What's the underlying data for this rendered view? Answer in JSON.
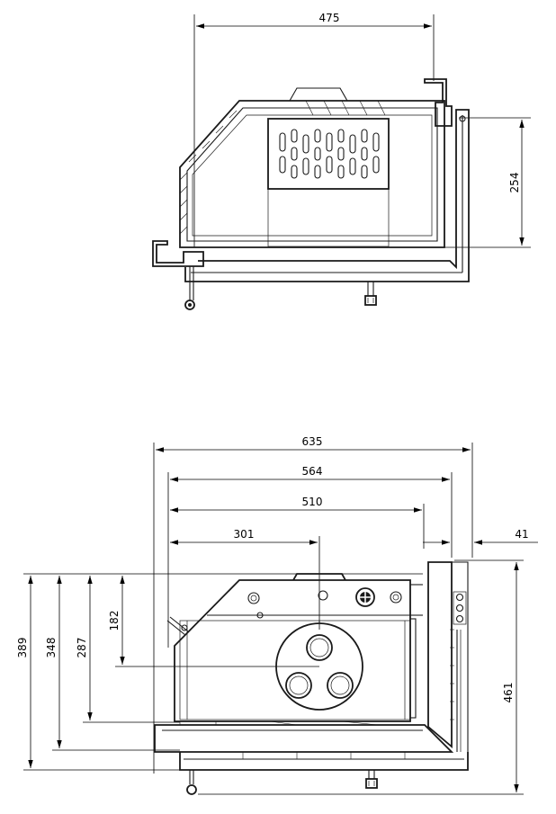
{
  "top_view": {
    "dim_width": "475",
    "dim_depth": "254"
  },
  "front_view": {
    "dim_635": "635",
    "dim_564": "564",
    "dim_510": "510",
    "dim_301": "301",
    "dim_41": "41",
    "dim_389": "389",
    "dim_348": "348",
    "dim_287": "287",
    "dim_182": "182",
    "dim_461": "461"
  }
}
